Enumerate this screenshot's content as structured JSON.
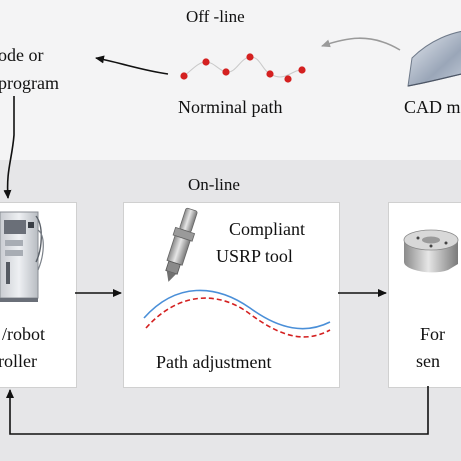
{
  "offline": {
    "title": "Off  -line",
    "gcode_line1": "ode or",
    "gcode_line2": "program",
    "path_label": "Norminal path",
    "cad_label": "CAD m"
  },
  "online": {
    "title": "On-line",
    "controller_line1": "/robot",
    "controller_line2": "roller",
    "tool_line1": "Compliant",
    "tool_line2": "USRP tool",
    "adjust_label": "Path adjustment",
    "sensor_line1": "For",
    "sensor_line2": "sen"
  },
  "colors": {
    "path_red": "#d42020",
    "path_blue": "#4a8fd8",
    "arrow_gray": "#9a9a9a",
    "arrow_black": "#111111"
  }
}
